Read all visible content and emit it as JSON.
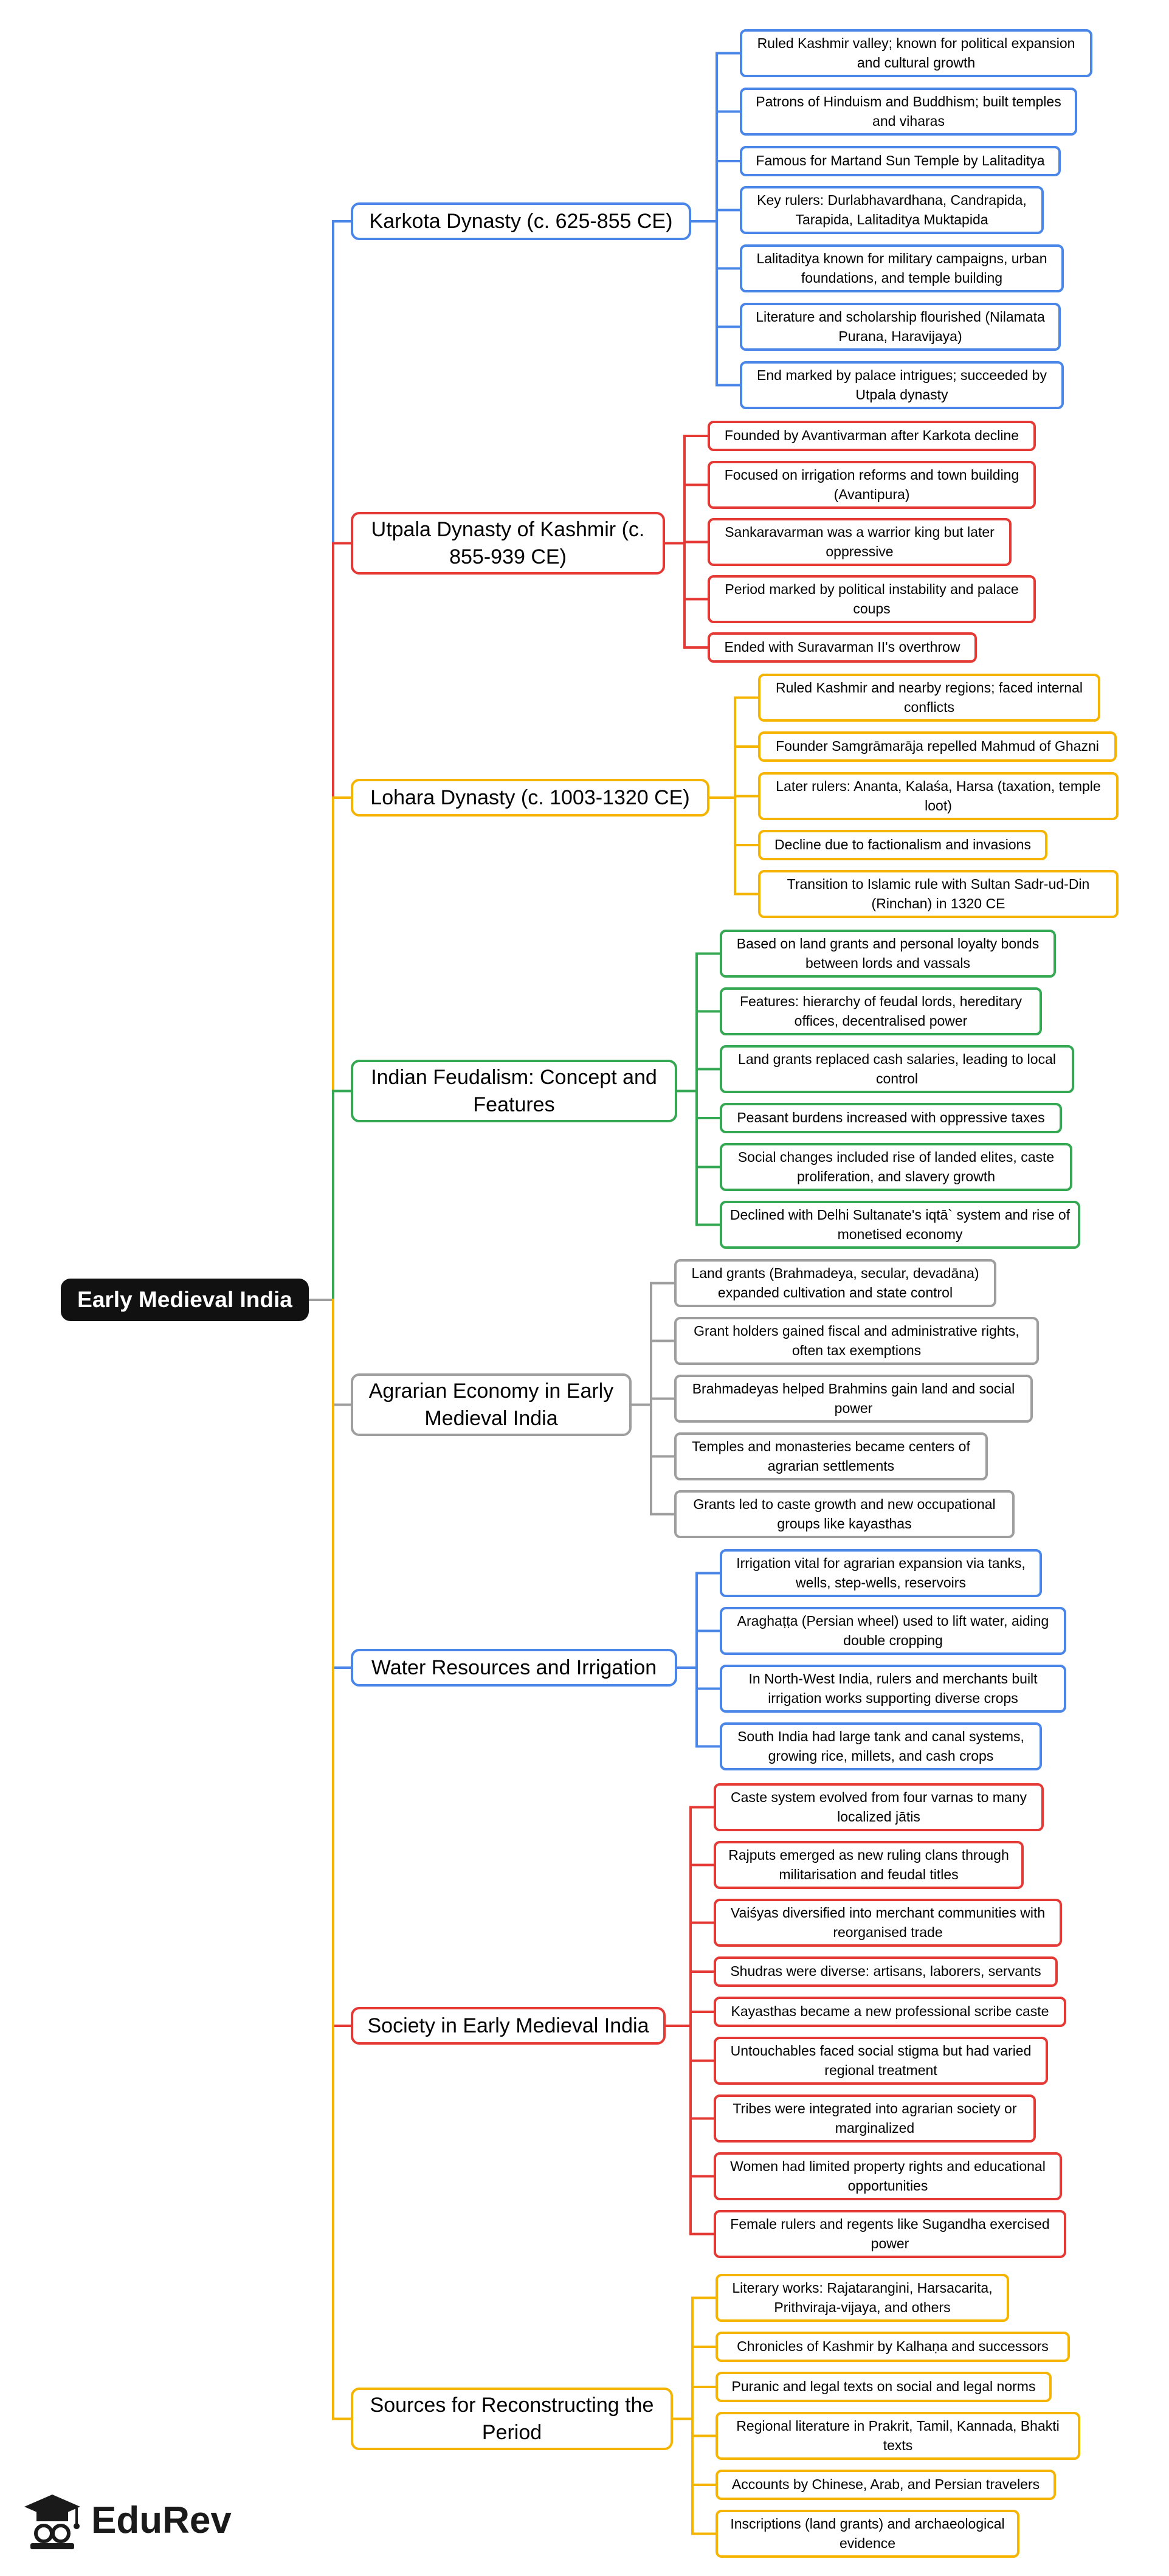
{
  "root": {
    "label": "Early Medieval India"
  },
  "branches": [
    {
      "label": "Karkota Dynasty (c. 625-855 CE)",
      "color": "#4a86e8",
      "leaves": [
        "Ruled Kashmir valley; known for political expansion and cultural growth",
        "Patrons of Hinduism and Buddhism; built temples and viharas",
        "Famous for Martand Sun Temple by Lalitaditya",
        "Key rulers: Durlabhavardhana, Candrapida, Tarapida, Lalitaditya Muktapida",
        "Lalitaditya known for military campaigns, urban foundations, and temple building",
        "Literature and scholarship flourished (Nilamata Purana, Haravijaya)",
        "End marked by palace intrigues; succeeded by Utpala dynasty"
      ]
    },
    {
      "label": "Utpala Dynasty of Kashmir (c. 855-939 CE)",
      "color": "#e53935",
      "leaves": [
        "Founded by Avantivarman after Karkota decline",
        "Focused on irrigation reforms and town building (Avantipura)",
        "Sankaravarman was a warrior king but later oppressive",
        "Period marked by political instability and palace coups",
        "Ended with Suravarman II's overthrow"
      ]
    },
    {
      "label": "Lohara Dynasty (c. 1003-1320 CE)",
      "color": "#f4b400",
      "leaves": [
        "Ruled Kashmir and nearby regions; faced internal conflicts",
        "Founder Samgrāmarāja repelled Mahmud of Ghazni",
        "Later rulers: Ananta, Kalaśa, Harsa (taxation, temple loot)",
        "Decline due to factionalism and invasions",
        "Transition to Islamic rule with Sultan Sadr-ud-Din (Rinchan) in 1320 CE"
      ]
    },
    {
      "label": "Indian Feudalism: Concept and Features",
      "color": "#34a853",
      "leaves": [
        "Based on land grants and personal loyalty bonds between lords and vassals",
        "Features: hierarchy of feudal lords, hereditary offices, decentralised power",
        "Land grants replaced cash salaries, leading to local control",
        "Peasant burdens increased with oppressive taxes",
        "Social changes included rise of landed elites, caste proliferation, and slavery growth",
        "Declined with Delhi Sultanate's iqtā` system and rise of monetised economy"
      ]
    },
    {
      "label": "Agrarian Economy in Early Medieval India",
      "color": "#9e9e9e",
      "leaves": [
        "Land grants (Brahmadeya, secular, devadāna) expanded cultivation and state control",
        "Grant holders gained fiscal and administrative rights, often tax exemptions",
        "Brahmadeyas helped Brahmins gain land and social power",
        "Temples and monasteries became centers of agrarian settlements",
        "Grants led to caste growth and new occupational groups like kayasthas"
      ]
    },
    {
      "label": "Water Resources and Irrigation",
      "color": "#4a86e8",
      "leaves": [
        "Irrigation vital for agrarian expansion via tanks, wells, step-wells, reservoirs",
        "Araghaṭṭa (Persian wheel) used to lift water, aiding double cropping",
        "In North-West India, rulers and merchants built irrigation works supporting diverse crops",
        "South India had large tank and canal systems, growing rice, millets, and cash crops"
      ]
    },
    {
      "label": "Society in Early Medieval India",
      "color": "#e53935",
      "leaves": [
        "Caste system evolved from four varnas to many localized jātis",
        "Rajputs emerged as new ruling clans through militarisation and feudal titles",
        "Vaiśyas diversified into merchant communities with reorganised trade",
        "Shudras were diverse: artisans, laborers, servants",
        "Kayasthas became a new professional scribe caste",
        "Untouchables faced social stigma but had varied regional treatment",
        "Tribes were integrated into agrarian society or marginalized",
        "Women had limited property rights and educational opportunities",
        "Female rulers and regents like Sugandha exercised power"
      ]
    },
    {
      "label": "Sources for Reconstructing the Period",
      "color": "#f4b400",
      "leaves": [
        "Literary works: Rajatarangini, Harsacarita, Prithviraja-vijaya, and others",
        "Chronicles of Kashmir by Kalhaṇa and successors",
        "Puranic and legal texts on social and legal norms",
        "Regional literature in Prakrit, Tamil, Kannada, Bhakti texts",
        "Accounts by Chinese, Arab, and Persian travelers",
        "Inscriptions (land grants) and archaeological evidence"
      ]
    }
  ],
  "logo": {
    "text": "EduRev",
    "icon": "graduation-cap-icon"
  },
  "colors": {
    "root_bg": "#111111",
    "root_text": "#ffffff",
    "root_connector": "#9e9e9e"
  }
}
